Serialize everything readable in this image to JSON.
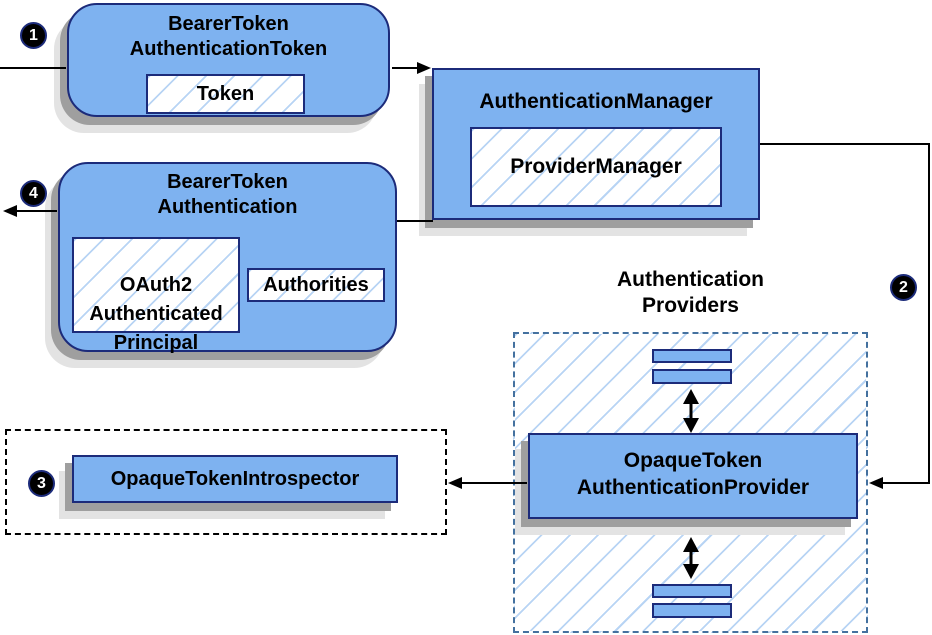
{
  "colors": {
    "node_fill": "#7eb2f0",
    "node_border": "#1c2b7a",
    "hatch_line": "#b8d4f4",
    "providers_dash_border": "#44719f",
    "introspector_dash_border": "#000000",
    "shadow_near": "#9f9f9f",
    "shadow_far": "#e3e3e3",
    "connector": "#000000",
    "step_circle_fill": "#000000",
    "step_circle_text": "#ffffff"
  },
  "steps": {
    "one": "1",
    "two": "2",
    "three": "3",
    "four": "4"
  },
  "nodes": {
    "bearer_token_authentication_token": {
      "title": "BearerToken\nAuthenticationToken",
      "token": "Token"
    },
    "authentication_manager": {
      "title": "AuthenticationManager",
      "provider_manager": "ProviderManager"
    },
    "bearer_token_authentication": {
      "title": "BearerToken\nAuthentication",
      "principal": "OAuth2\nAuthenticated\nPrincipal",
      "authorities": "Authorities"
    },
    "authentication_providers": {
      "label": "Authentication\nProviders"
    },
    "opaque_token_authentication_provider": {
      "title": "OpaqueToken\nAuthenticationProvider"
    },
    "opaque_token_introspector": {
      "title": "OpaqueTokenIntrospector"
    }
  }
}
